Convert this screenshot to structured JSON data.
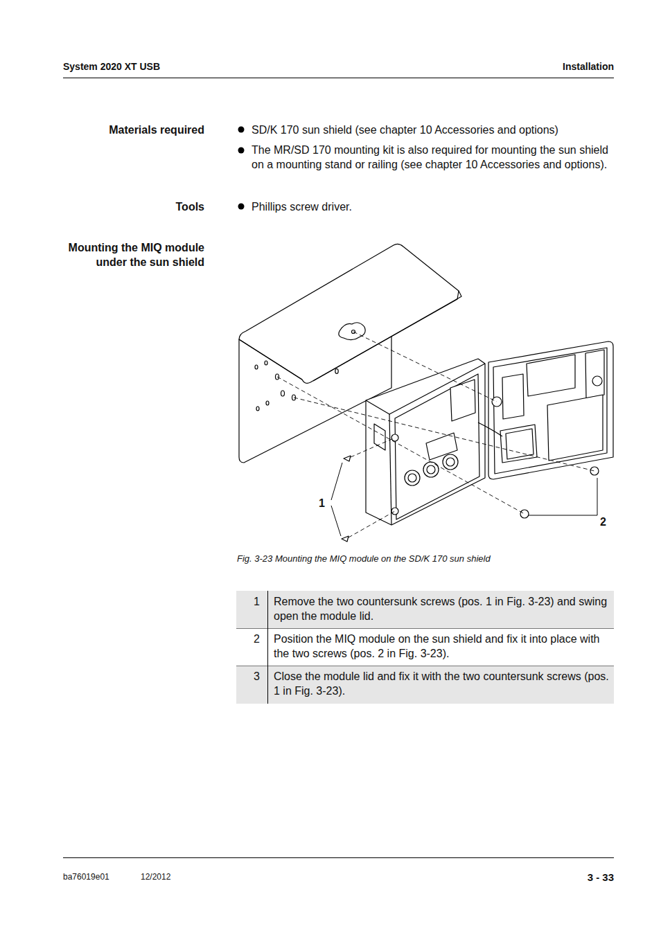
{
  "diagram": {
    "caption": "Fig. 3-23 Mounting the MIQ module on the SD/K 170 sun shield",
    "labels": [
      "System 2020 XT USB",
      "Installation",
      "Materials required",
      "SD/K 170 sun shield (see chapter 10 Accessories and options)",
      "The MR/SD 170 mounting kit is also required for mounting the sun shield on a mounting stand or railing (see chapter 10 Accessories and options).",
      "Tools",
      "Phillips screw driver.",
      "Mounting the MIQ module under the sun shield",
      "1",
      "2",
      "1",
      "Remove the two countersunk screws (pos. 1 in Fig. 3-23) and swing open the module lid.",
      "2",
      "Position the MIQ module on the sun shield and fix it into place with the two screws (pos. 2 in Fig. 3-23).",
      "3",
      "Close the module lid and fix it with the two countersunk screws (pos. 1 in Fig. 3-23).",
      "ba76019e01",
      "12/2012",
      "3 - 33"
    ]
  }
}
